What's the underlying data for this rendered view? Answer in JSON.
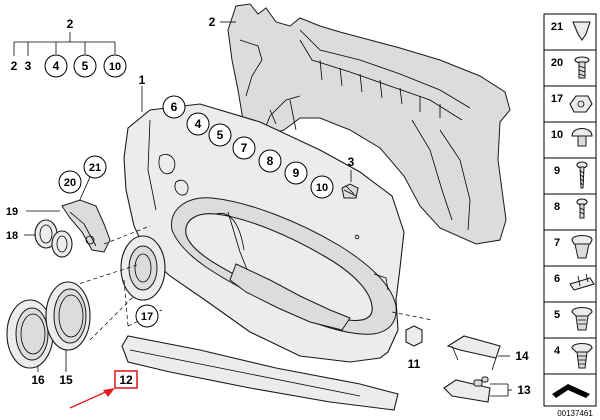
{
  "diagram_id": "00137461",
  "callouts": {
    "c2_top": "2",
    "c2_sub_2": "2",
    "c2_sub_3": "3",
    "c2_sub_4": "4",
    "c2_sub_5": "5",
    "c2_sub_10": "10",
    "c2_part": "2",
    "c1": "1",
    "c6": "6",
    "c4": "4",
    "c5": "5",
    "c7": "7",
    "c8": "8",
    "c9": "9",
    "c10": "10",
    "c3": "3",
    "c21": "21",
    "c20": "20",
    "c19": "19",
    "c18": "18",
    "c17": "17",
    "c16": "16",
    "c15": "15",
    "c12": "12",
    "c11": "11",
    "c14": "14",
    "c13": "13"
  },
  "legend": [
    "21",
    "20",
    "17",
    "10",
    "9",
    "8",
    "7",
    "6",
    "5",
    "4"
  ],
  "colors": {
    "highlight": "#e02020",
    "line": "#000000",
    "part_fill": "#ececec"
  }
}
